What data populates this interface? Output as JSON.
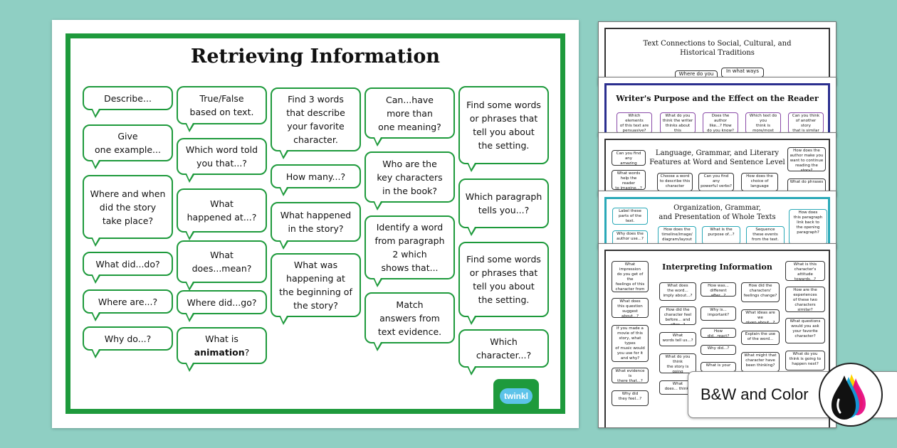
{
  "poster": {
    "title": "Retrieving Information",
    "bubbles": [
      "Describe...",
      "Give\none example...",
      "Where and when\ndid the story\ntake place?",
      "What did...do?",
      "Where are...?",
      "Why do...?",
      "True/False\nbased on text.",
      "Which word told\nyou that...?",
      "What\nhappened at...?",
      "What\ndoes...mean?",
      "Where did...go?",
      "What is",
      "Find 3 words\nthat describe\nyour favorite\ncharacter.",
      "How many...?",
      "What happened\nin the story?",
      "What was\nhappening at\nthe beginning of\nthe story?",
      "Can...have\nmore than\none meaning?",
      "Who are the\nkey  characters\nin the book?",
      "Identify a word\nfrom paragraph\n2 which\nshows that...",
      "Match\nanswers from\ntext evidence.",
      "Find some words\nor phrases that\ntell you about\nthe setting.",
      "Which paragraph\ntells you...?",
      "Find some words\nor phrases that\ntell you about\nthe setting.",
      "Which\ncharacter...?"
    ],
    "bubble_bold_word": "animation",
    "logo_text": "twinkl"
  },
  "thumbnails": {
    "t1": {
      "title": "Text Connections to Social, Cultural, and\nHistorical Traditions",
      "bubbles": [
        "Where do you",
        "In what ways"
      ]
    },
    "t2": {
      "title": "Writer's Purpose and the Effect on the Reader",
      "bubbles": [
        "Which elements\nof this text are\npersuasive?",
        "What do you\nthink the writer\nthinks about this\ntopic and why?",
        "Does the author\nlike...? How\ndo you know?",
        "Which text do you\nthink is more/most\neffective?",
        "Can you think\nof another story\nthat is similar\nto this one?"
      ]
    },
    "t3": {
      "title": "Language, Grammar, and Literary\nFeatures at Word and Sentence Level",
      "bubbles": [
        "Can you find any\namazing adjectives?",
        "What words\nhelp the reader\nto imagine...?",
        "Choose a word\nto describe this\ncharacter",
        "Can you find any\npowerful verbs?",
        "How does the\nchoice of language",
        "How does the\nauthor make you\nwant to continue\nreading the story?",
        "What do phrases"
      ]
    },
    "t4": {
      "title": "Organization, Grammar,\nand Presentation of Whole Texts",
      "bubbles": [
        "Label these\nparts of the text.",
        "Why does the\nauthor use...?",
        "How does the\ntimeline/image/\ndiagram/layout",
        "What is the\npurpose of...?",
        "Sequence\nthese events\nfrom the text.",
        "How does\nthis paragraph\nlink back to\nthe opening\nparagraph?"
      ]
    },
    "t5": {
      "title": "Interpreting Information",
      "bubbles": [
        "What impression\ndo you get of the\nfeelings of this\ncharacter from\nthe text?",
        "What does\nthis question\nsuggest about...?",
        "If you made a\nmovie of this\nstory, what types\nof music would\nyou use for it\nand why?",
        "What evidence is\nthere that...?",
        "Why did\nthey feel...?",
        "What does\nthe word...\nimply about...?",
        "How did the\ncharacter feel\nbefore... and after...?",
        "What\nwords tell us...?",
        "What do you think\nthe story is going\nto be about?",
        "What\ndoes... think?",
        "How was...\ndifferent after...?",
        "Why is...\nimportant?",
        "How did...react?",
        "Why did...?",
        "What is your",
        "How did the\ncharacters'\nfeelings change?",
        "What ideas are we\ngiven about...?",
        "Explain the use\nof the word...",
        "What might that\ncharacter have\nbeen thinking?",
        "What is this\ncharacter's\nattitude towards...?",
        "How are the\nexperiences\nof these two\ncharacters similar?",
        "What questions\nwould you ask\nyour favorite\ncharacter?",
        "What do you\nthink is going to\nhappen next?"
      ]
    }
  },
  "badge": {
    "label": "B&W and Color",
    "icon": "ink-drops-icon"
  },
  "colors": {
    "background": "#8fcfc3",
    "poster_green": "#1e9a3c",
    "logo_blue": "#5cc3e9"
  }
}
